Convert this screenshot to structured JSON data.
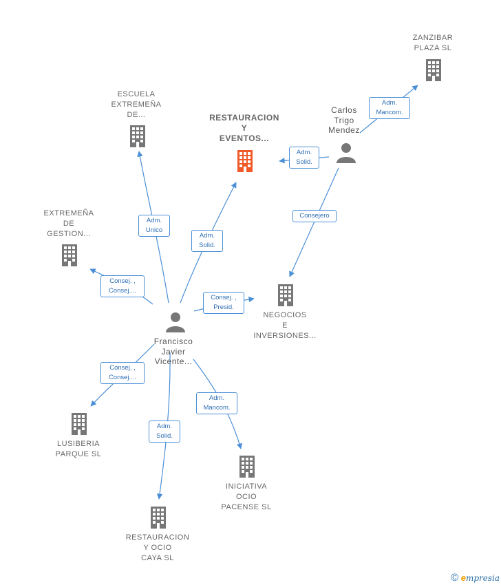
{
  "colors": {
    "edge": "#4a8fd6",
    "building": "#777777",
    "building_focus": "#f05a28",
    "person": "#777777"
  },
  "nodes": {
    "restauracion_eventos": {
      "lines": [
        "RESTAURACION",
        "Y",
        "EVENTOS..."
      ],
      "icon": "building-icon"
    },
    "zanzibar": {
      "lines": [
        "ZANZIBAR",
        "PLAZA  SL"
      ],
      "icon": "building-icon"
    },
    "escuela": {
      "lines": [
        "ESCUELA",
        "EXTREMEÑA",
        "DE..."
      ],
      "icon": "building-icon"
    },
    "extremena": {
      "lines": [
        "EXTREMEÑA",
        "DE",
        "GESTION..."
      ],
      "icon": "building-icon"
    },
    "negocios": {
      "lines": [
        "NEGOCIOS",
        "E",
        "INVERSIONES..."
      ],
      "icon": "building-icon"
    },
    "lusiberia": {
      "lines": [
        "LUSIBERIA",
        "PARQUE  SL"
      ],
      "icon": "building-icon"
    },
    "iniciativa": {
      "lines": [
        "INICIATIVA",
        "OCIO",
        "PACENSE  SL"
      ],
      "icon": "building-icon"
    },
    "caya": {
      "lines": [
        "RESTAURACION",
        "Y OCIO",
        "CAYA  SL"
      ],
      "icon": "building-icon"
    },
    "carlos": {
      "lines": [
        "Carlos",
        "Trigo",
        "Mendez"
      ],
      "icon": "person-icon"
    },
    "francisco": {
      "lines": [
        "Francisco",
        "Javier",
        "Vicente..."
      ],
      "icon": "person-icon"
    }
  },
  "edges": {
    "carlos_zanzibar": [
      "Adm.",
      "Mancom."
    ],
    "carlos_restauracion": [
      "Adm.",
      "Solid."
    ],
    "carlos_negocios": [
      "Consejero"
    ],
    "fran_escuela": [
      "Adm.",
      "Unico"
    ],
    "fran_restauracion": [
      "Adm.",
      "Solid."
    ],
    "fran_extremena": [
      "Consej. ,",
      "Consej...."
    ],
    "fran_negocios": [
      "Consej. ,",
      "Presid."
    ],
    "fran_lusiberia": [
      "Consej. ,",
      "Consej...."
    ],
    "fran_caya": [
      "Adm.",
      "Solid."
    ],
    "fran_iniciativa": [
      "Adm.",
      "Mancom."
    ]
  },
  "footer": {
    "copyright": "©",
    "brand_initial": "e",
    "brand_rest": "mpresia"
  }
}
